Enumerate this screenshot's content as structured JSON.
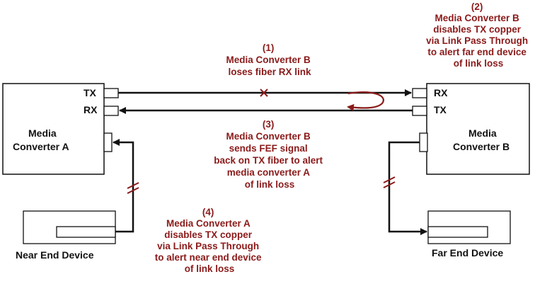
{
  "colors": {
    "line": "#111111",
    "annotation": "#8b1a1a"
  },
  "converter_a": {
    "name_line1": "Media",
    "name_line2": "Converter A",
    "tx_label": "TX",
    "rx_label": "RX"
  },
  "converter_b": {
    "name_line1": "Media",
    "name_line2": "Converter B",
    "rx_label": "RX",
    "tx_label": "TX"
  },
  "near_device": {
    "label": "Near End Device"
  },
  "far_device": {
    "label": "Far End Device"
  },
  "notes": {
    "n1": [
      "(1)",
      "Media Converter B",
      "loses fiber RX link"
    ],
    "n2": [
      "(2)",
      "Media Converter B",
      "disables TX copper",
      "via Link Pass Through",
      "to alert far end device",
      "of link loss"
    ],
    "n3": [
      "(3)",
      "Media Converter B",
      "sends FEF signal",
      "back on TX fiber to alert",
      "media converter A",
      "of link loss"
    ],
    "n4": [
      "(4)",
      "Media Converter A",
      "disables TX copper",
      "via Link Pass Through",
      "to alert near end device",
      "of link loss"
    ]
  }
}
